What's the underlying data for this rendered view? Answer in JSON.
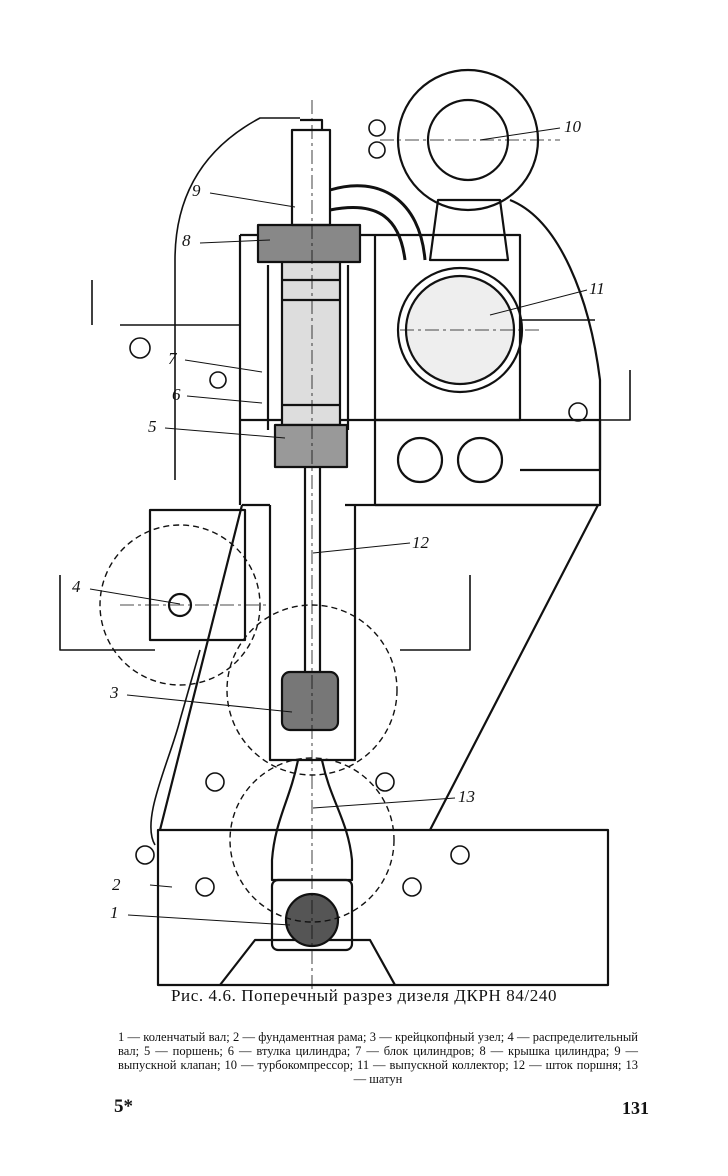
{
  "figure": {
    "callouts": [
      "1",
      "2",
      "3",
      "4",
      "5",
      "6",
      "7",
      "8",
      "9",
      "10",
      "11",
      "12",
      "13"
    ],
    "caption": "Рис. 4.6. Поперечный разрез дизеля ДКРН 84/240",
    "legend": "1 — коленчатый вал; 2 — фундаментная рама; 3 — крейцкопфный узел; 4 — распределительный вал; 5 — поршень; 6 — втулка цилиндра; 7 — блок цилиндров; 8 — крышка цилиндра; 9 — выпускной клапан; 10 — турбокомпрессор; 11 — выпускной коллектор; 12 — шток поршня; 13 — шатун"
  },
  "page": {
    "signature_mark": "5*",
    "page_number": "131"
  }
}
